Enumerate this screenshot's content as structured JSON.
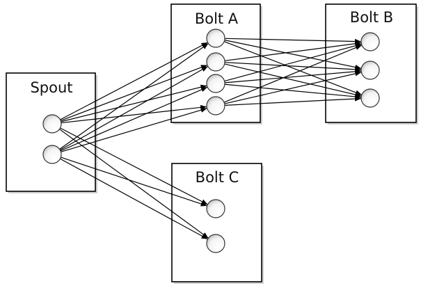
{
  "diagram": {
    "components": [
      {
        "id": "spout",
        "label": "Spout",
        "tasks": 2
      },
      {
        "id": "boltA",
        "label": "Bolt A",
        "tasks": 4
      },
      {
        "id": "boltB",
        "label": "Bolt B",
        "tasks": 3
      },
      {
        "id": "boltC",
        "label": "Bolt C",
        "tasks": 2
      }
    ],
    "streams": [
      {
        "from": "spout",
        "to": "boltA",
        "grouping": "all-to-all"
      },
      {
        "from": "spout",
        "to": "boltC",
        "grouping": "all-to-all"
      },
      {
        "from": "boltA",
        "to": "boltB",
        "grouping": "all-to-all"
      }
    ]
  }
}
